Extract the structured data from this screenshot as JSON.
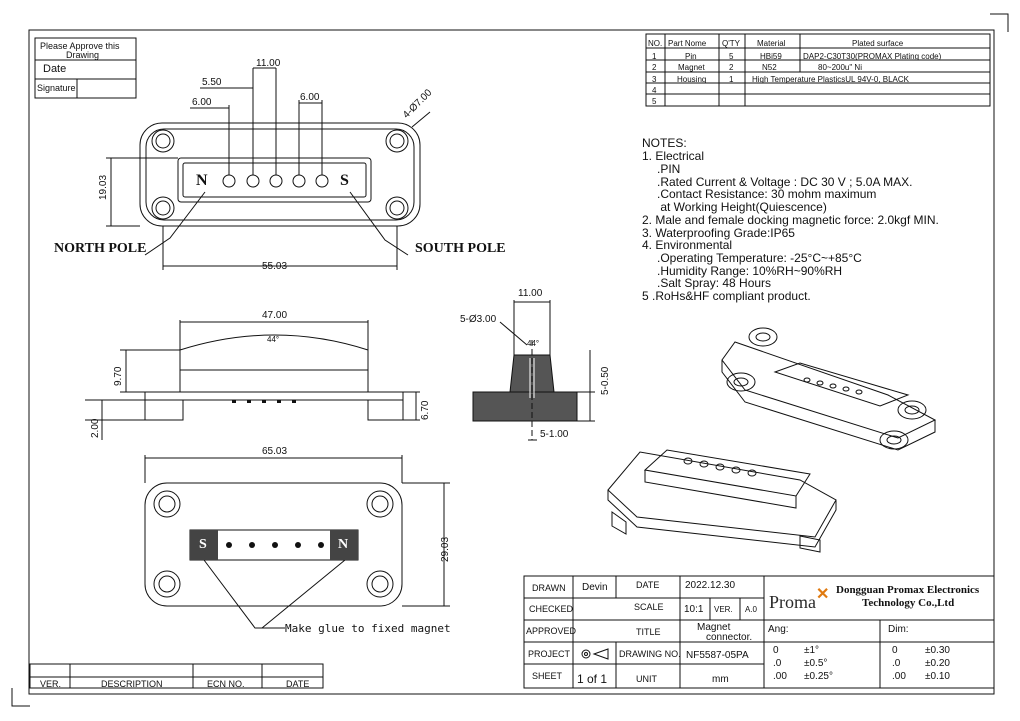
{
  "approval_box": {
    "title_line1": "Please Approve this",
    "title_line2": "Drawing",
    "date_label": "Date",
    "signature_label": "Signature"
  },
  "parts_table": {
    "headers": [
      "NO.",
      "Part Nome",
      "Q'TY",
      "Material",
      "Plated surface"
    ],
    "rows": [
      [
        "1",
        "Pin",
        "5",
        "HBi59",
        "DAP2-C30T30(PROMAX Plating code)"
      ],
      [
        "2",
        "Magnet",
        "2",
        "N52",
        "80~200u\" Ni"
      ],
      [
        "3",
        "Housing",
        "1",
        "High Temperature PlasticsUL 94V-0, BLACK",
        ""
      ],
      [
        "4",
        "",
        "",
        "",
        ""
      ],
      [
        "5",
        "",
        "",
        "",
        ""
      ]
    ]
  },
  "notes": [
    "NOTES:",
    "1. Electrical",
    ".PIN",
    ".Rated Current & Voltage : DC 30 V ; 5.0A MAX.",
    ".Contact Resistance: 30 mohm maximum",
    " at Working Height(Quiescence)",
    "2. Male and female docking magnetic force: 2.0kgf MIN.",
    "3. Waterproofing Grade:IP65",
    "4. Environmental",
    ".Operating Temperature: -25°C~+85°C",
    ".Humidity Range: 10%RH~90%RH",
    ".Salt Spray: 48 Hours",
    "5 .RoHs&HF compliant product."
  ],
  "dimensions": {
    "top_width_mid": "11.00",
    "top_left_inner": "5.50",
    "top_right_inner": "6.00",
    "top_left_outer": "6.00",
    "hole_dia": "4-Ø7.00",
    "height_left": "19.03",
    "overall_width_top": "55.03",
    "side_top": "47.00",
    "side_angle": "44°",
    "side_height": "9.70",
    "side_base": "2.00",
    "side_right_height": "6.70",
    "end_top": "11.00",
    "end_hole": "5-Ø3.00",
    "end_angle": "44°",
    "end_pin": "5-0.50",
    "end_bottom": "5-1.00",
    "bottom_width": "65.03",
    "bottom_height": "29.03"
  },
  "labels": {
    "north_pole": "NORTH POLE",
    "south_pole": "SOUTH POLE",
    "n": "N",
    "s": "S",
    "glue_note": "Make glue to fixed magnet"
  },
  "title_block": {
    "drawn_label": "DRAWN",
    "drawn_value": "Devin",
    "date_label": "DATE",
    "date_value": "2022.12.30",
    "checked_label": "CHECKED",
    "scale_label": "SCALE",
    "scale_value": "10:1",
    "ver_label": "VER.",
    "ver_value": "A.0",
    "approved_label": "APPROVED",
    "title_label": "TITLE",
    "title_value_1": "Magnet",
    "title_value_2": "connector.",
    "project_label": "PROJECT",
    "drawing_no_label": "DRAWING NO.",
    "drawing_no_value": "NF5587-05PA",
    "sheet_label": "SHEET",
    "sheet_value": "1 of 1",
    "unit_label": "UNIT",
    "unit_value": "mm",
    "logo_text": "Proma",
    "company_line1": "Dongguan Promax Electronics",
    "company_line2": "Technology Co.,Ltd",
    "ang_label": "Ang:",
    "ang_rows": [
      [
        "0",
        "±1°"
      ],
      [
        ".0",
        "±0.5°"
      ],
      [
        ".00",
        "±0.25°"
      ]
    ],
    "dim_label": "Dim:",
    "dim_rows": [
      [
        "0",
        "±0.30"
      ],
      [
        ".0",
        "±0.20"
      ],
      [
        ".00",
        "±0.10"
      ]
    ]
  },
  "revision_block": {
    "ver": "VER.",
    "description": "DESCRIPTION",
    "ecn": "ECN NO.",
    "date": "DATE"
  }
}
